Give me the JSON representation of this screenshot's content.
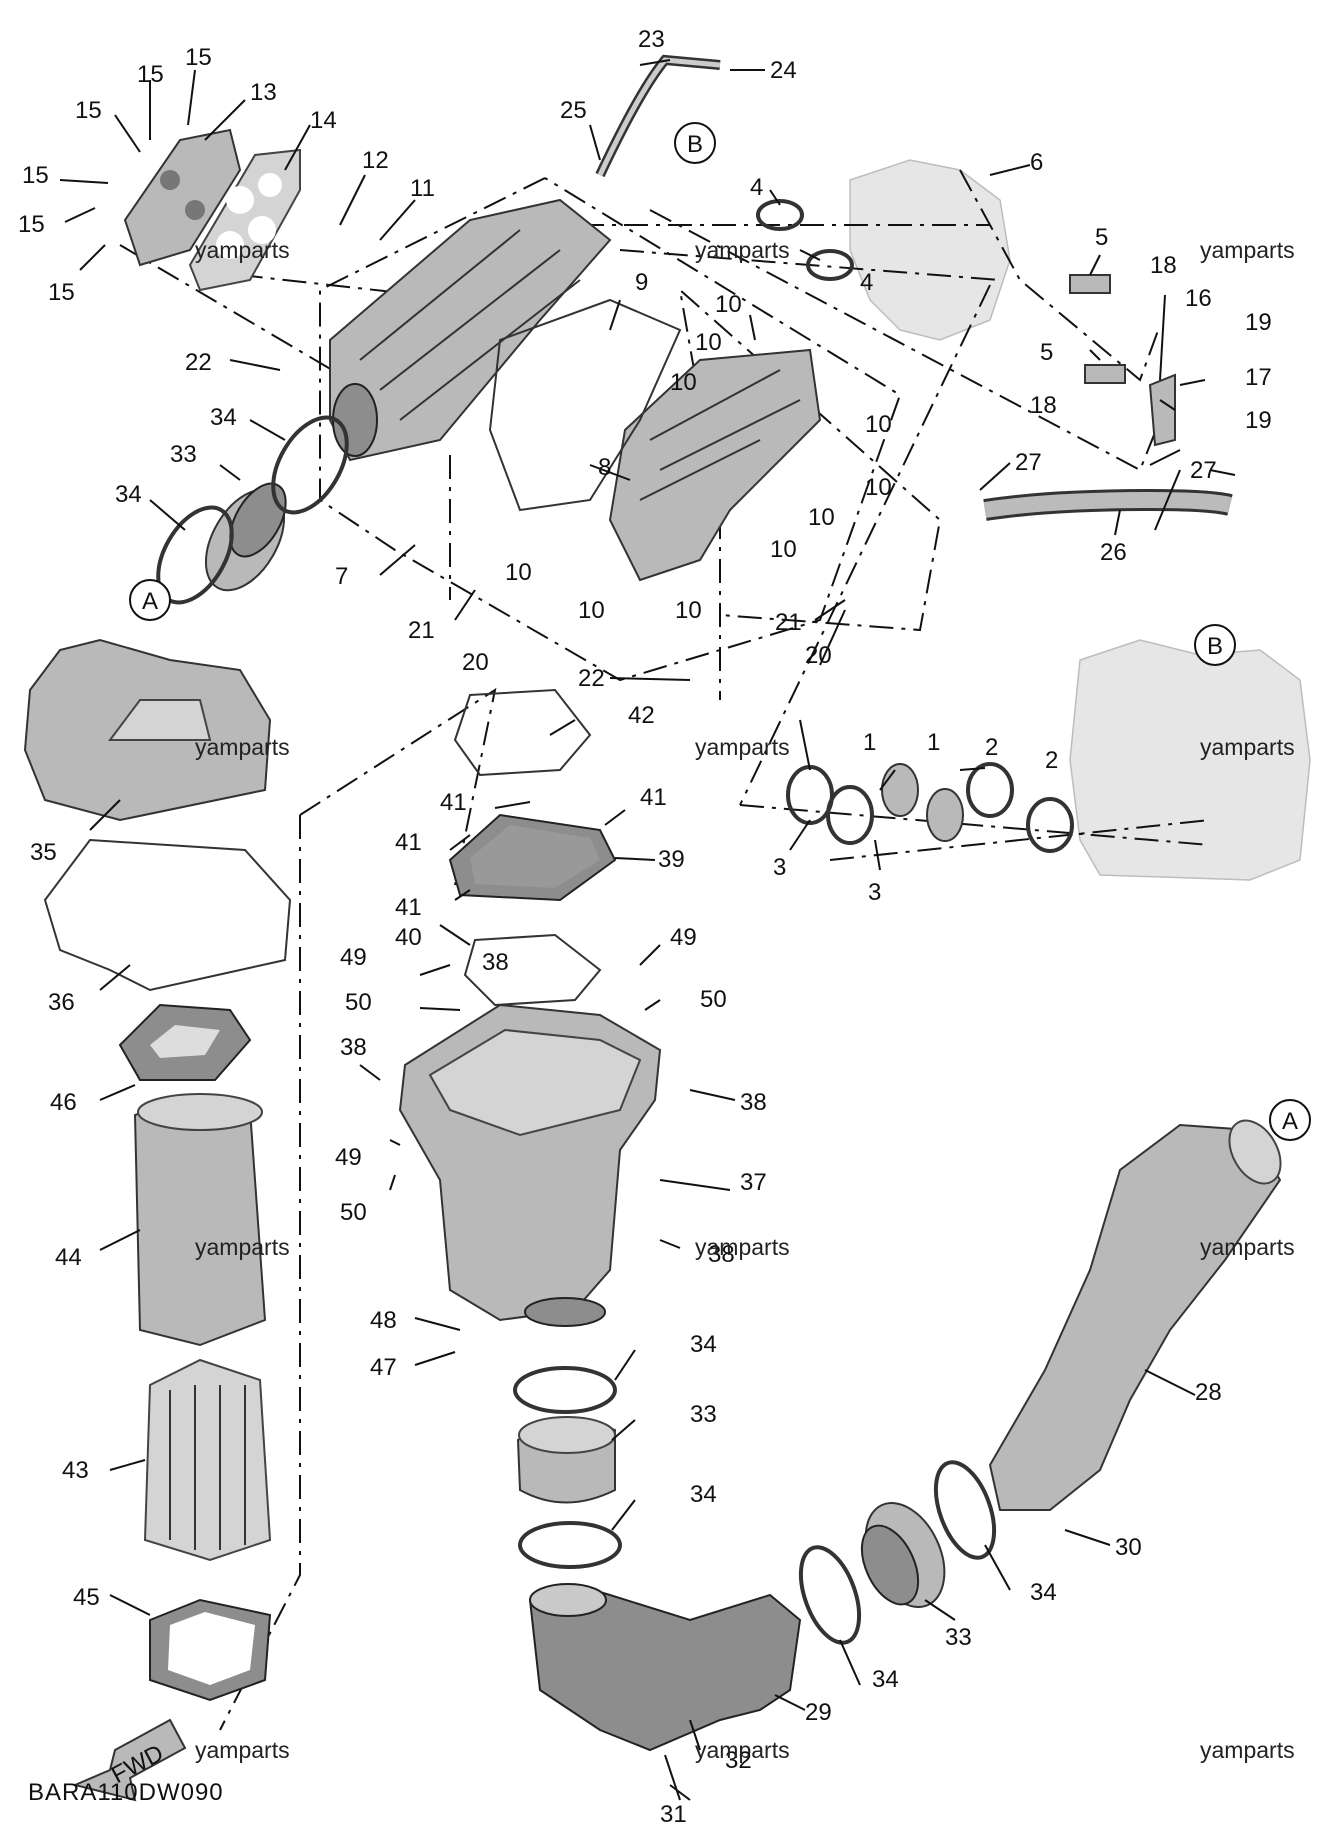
{
  "diagram_code": "BARA110DW090",
  "watermark": "yamparts",
  "fwd_label": "FWD",
  "refs": {
    "a": "A",
    "b": "B"
  },
  "callouts": {
    "c1": "1",
    "c2": "2",
    "c3": "3",
    "c4": "4",
    "c5": "5",
    "c6": "6",
    "c7": "7",
    "c8": "8",
    "c9": "9",
    "c10": "10",
    "c11": "11",
    "c12": "12",
    "c13": "13",
    "c14": "14",
    "c15": "15",
    "c16": "16",
    "c17": "17",
    "c18": "18",
    "c19": "19",
    "c20": "20",
    "c21": "21",
    "c22": "22",
    "c23": "23",
    "c24": "24",
    "c25": "25",
    "c26": "26",
    "c27": "27",
    "c28": "28",
    "c29": "29",
    "c30": "30",
    "c31": "31",
    "c32": "32",
    "c33": "33",
    "c34": "34",
    "c35": "35",
    "c36": "36",
    "c37": "37",
    "c38": "38",
    "c39": "39",
    "c40": "40",
    "c41": "41",
    "c42": "42",
    "c43": "43",
    "c44": "44",
    "c45": "45",
    "c46": "46",
    "c47": "47",
    "c48": "48",
    "c49": "49",
    "c50": "50"
  },
  "colors": {
    "part": "#b9b9b9",
    "line": "#111111"
  }
}
